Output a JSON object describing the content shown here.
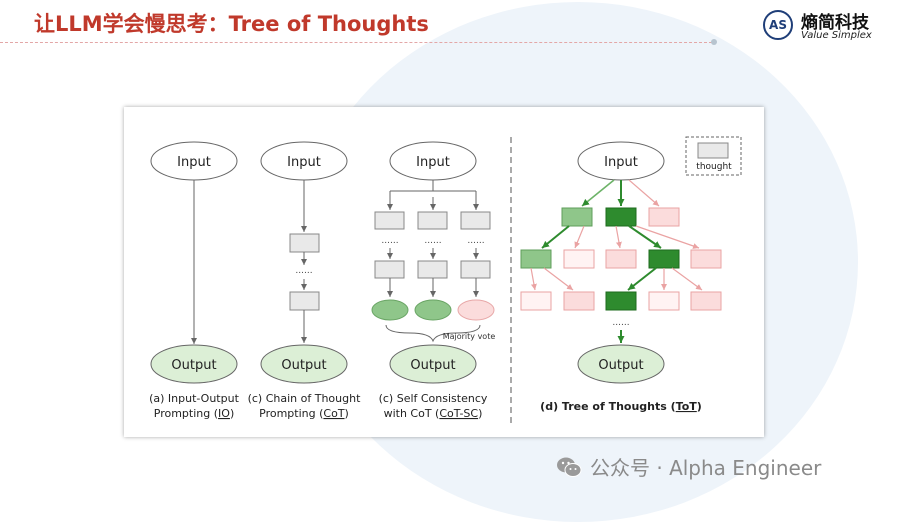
{
  "header": {
    "title": "让LLM学会慢思考：Tree of Thoughts",
    "logo_mark": "AS",
    "brand_cn": "熵简科技",
    "brand_en": "Value Simplex"
  },
  "diagram": {
    "input_label": "Input",
    "output_label": "Output",
    "ellipsis": "......",
    "majority_vote": "Majority vote",
    "legend_label": "thought",
    "captions": {
      "io": {
        "line1": "(a) Input-Output",
        "line2_pre": "Prompting (",
        "line2_ul": "IO",
        "line2_post": ")"
      },
      "cot": {
        "line1": "(c) Chain of Thought",
        "line2_pre": "Prompting (",
        "line2_ul": "CoT",
        "line2_post": ")"
      },
      "cotsc": {
        "line1": "(c) Self Consistency",
        "line2_pre": "with CoT (",
        "line2_ul": "CoT-SC",
        "line2_post": ")"
      },
      "tot": {
        "line1_pre": "(d) Tree of Thoughts (",
        "line1_ul": "ToT",
        "line1_post": ")"
      }
    },
    "colors": {
      "ellipse_fill": "#dcefd6",
      "box_gray": "#e9e9e9",
      "green_light": "#8fc68a",
      "green_dark": "#2e8b2e",
      "pink": "#fbdcdc",
      "pink_stroke": "#e8a8a8"
    }
  },
  "watermark": {
    "text": "公众号 · Alpha Engineer"
  }
}
